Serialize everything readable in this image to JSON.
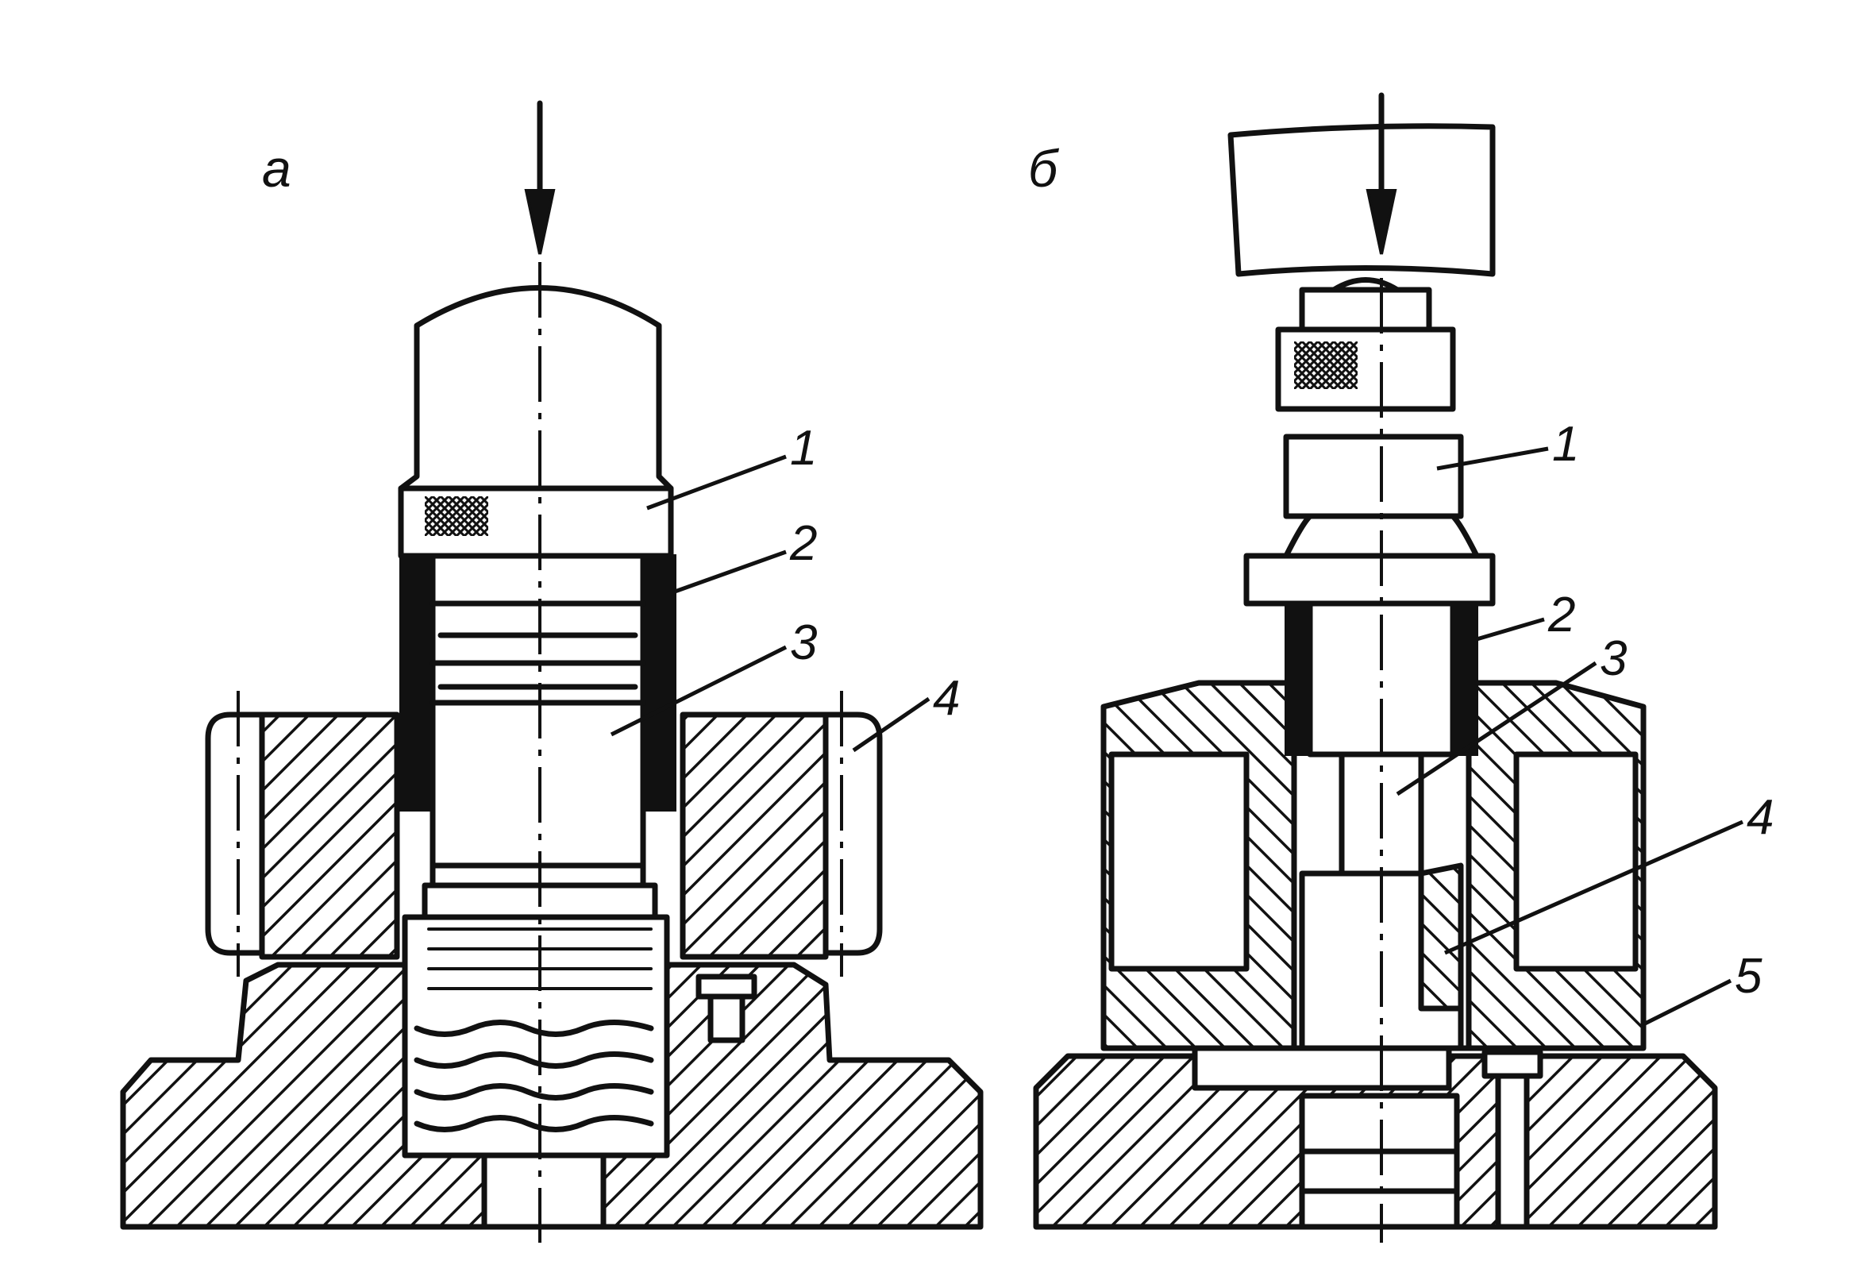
{
  "panels": [
    {
      "id": "a",
      "title": "а",
      "labels": [
        "1",
        "2",
        "3",
        "4"
      ]
    },
    {
      "id": "b",
      "title": "б",
      "labels": [
        "1",
        "2",
        "3",
        "4",
        "5"
      ]
    }
  ],
  "icons": {
    "force_arrow": "down-arrow-icon",
    "knurl": "knurled-grip-icon"
  },
  "colors": {
    "ink": "#111111",
    "paper": "#ffffff"
  }
}
